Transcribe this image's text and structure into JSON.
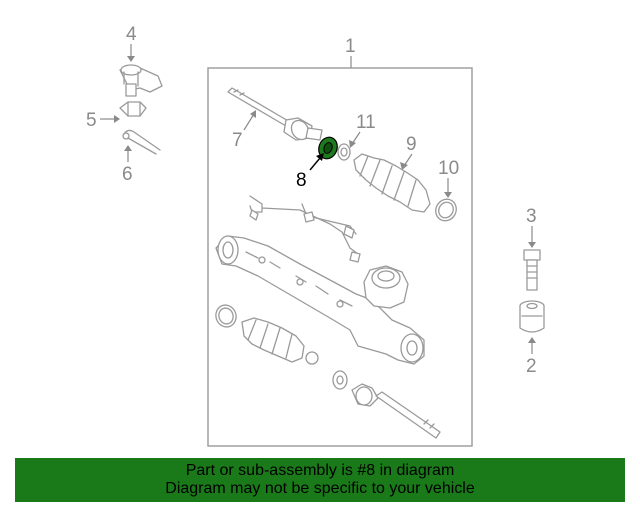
{
  "callouts": {
    "c1": "1",
    "c2": "2",
    "c3": "3",
    "c4": "4",
    "c5": "5",
    "c6": "6",
    "c7": "7",
    "c8": "8",
    "c9": "9",
    "c10": "10",
    "c11": "11"
  },
  "highlight_callout": "8",
  "banner": {
    "line1": "Part or sub-assembly is #8 in diagram",
    "line2": "Diagram may not be specific to your vehicle",
    "color": "#1a7a1a"
  },
  "colors": {
    "part_stroke": "#9a9a9a",
    "highlight_part": "#1f7a1f",
    "frame": "#9a9a9a"
  }
}
